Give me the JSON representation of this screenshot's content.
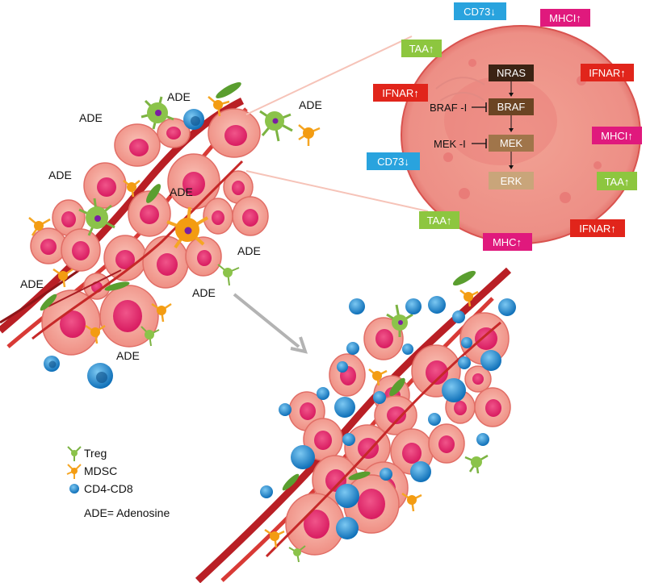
{
  "ade_label": "ADE",
  "pathway": {
    "nodes": [
      "NRAS",
      "BRAF",
      "MEK",
      "ERK"
    ],
    "braf_inhibitor": "BRAF -I",
    "mek_inhibitor": "MEK -I"
  },
  "surface_markers": {
    "cd73_down": "CD73↓",
    "mhci_up": "MHCI↑",
    "taa_up": "TAA↑",
    "ifnar_up": "IFNAR↑",
    "mhc_up": "MHC↑"
  },
  "legend": {
    "treg": "Treg",
    "mdsc": "MDSC",
    "cd4_cd8": "CD4-CD8",
    "ade_def": "ADE= Adenosine"
  },
  "colors": {
    "cd73": "#29a3de",
    "mhc": "#e0197d",
    "taa": "#8dc63f",
    "ifnar": "#e1251b",
    "nras": "#3b2314",
    "braf": "#6b4423",
    "mek": "#a0754a",
    "erk": "#c9a57a",
    "tumor_cell": "#f4a79a",
    "vessel": "#c1272d",
    "t_cell": "#1d8fd6"
  }
}
